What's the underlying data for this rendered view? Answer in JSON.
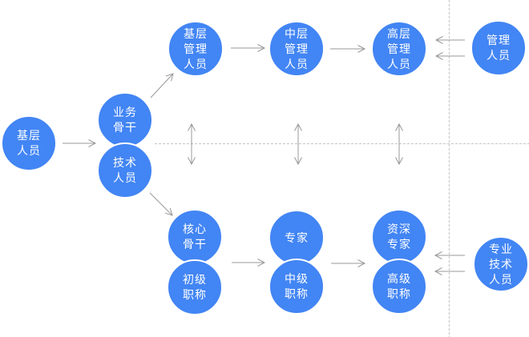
{
  "colors": {
    "node_fill": "#4285f4",
    "node_text": "#ffffff",
    "arrow": "#999999",
    "dotted_line": "#cccccc",
    "background": "#ffffff"
  },
  "nodes": [
    {
      "id": "basic-staff",
      "label": "基层\n人员"
    },
    {
      "id": "business-backbone",
      "label": "业务\n骨干"
    },
    {
      "id": "technical-staff",
      "label": "技术\n人员"
    },
    {
      "id": "junior-manager",
      "label": "基层\n管理\n人员"
    },
    {
      "id": "middle-manager",
      "label": "中层\n管理\n人员"
    },
    {
      "id": "senior-manager",
      "label": "高层\n管理\n人员"
    },
    {
      "id": "management-staff",
      "label": "管理\n人员"
    },
    {
      "id": "core-backbone",
      "label": "核心\n骨干"
    },
    {
      "id": "junior-title",
      "label": "初级\n职称"
    },
    {
      "id": "expert",
      "label": "专家"
    },
    {
      "id": "intermediate-title",
      "label": "中级\n职称"
    },
    {
      "id": "senior-expert",
      "label": "资深\n专家"
    },
    {
      "id": "senior-title",
      "label": "高级\n职称"
    },
    {
      "id": "professional-technical-staff",
      "label": "专业\n技术\n人员"
    }
  ]
}
